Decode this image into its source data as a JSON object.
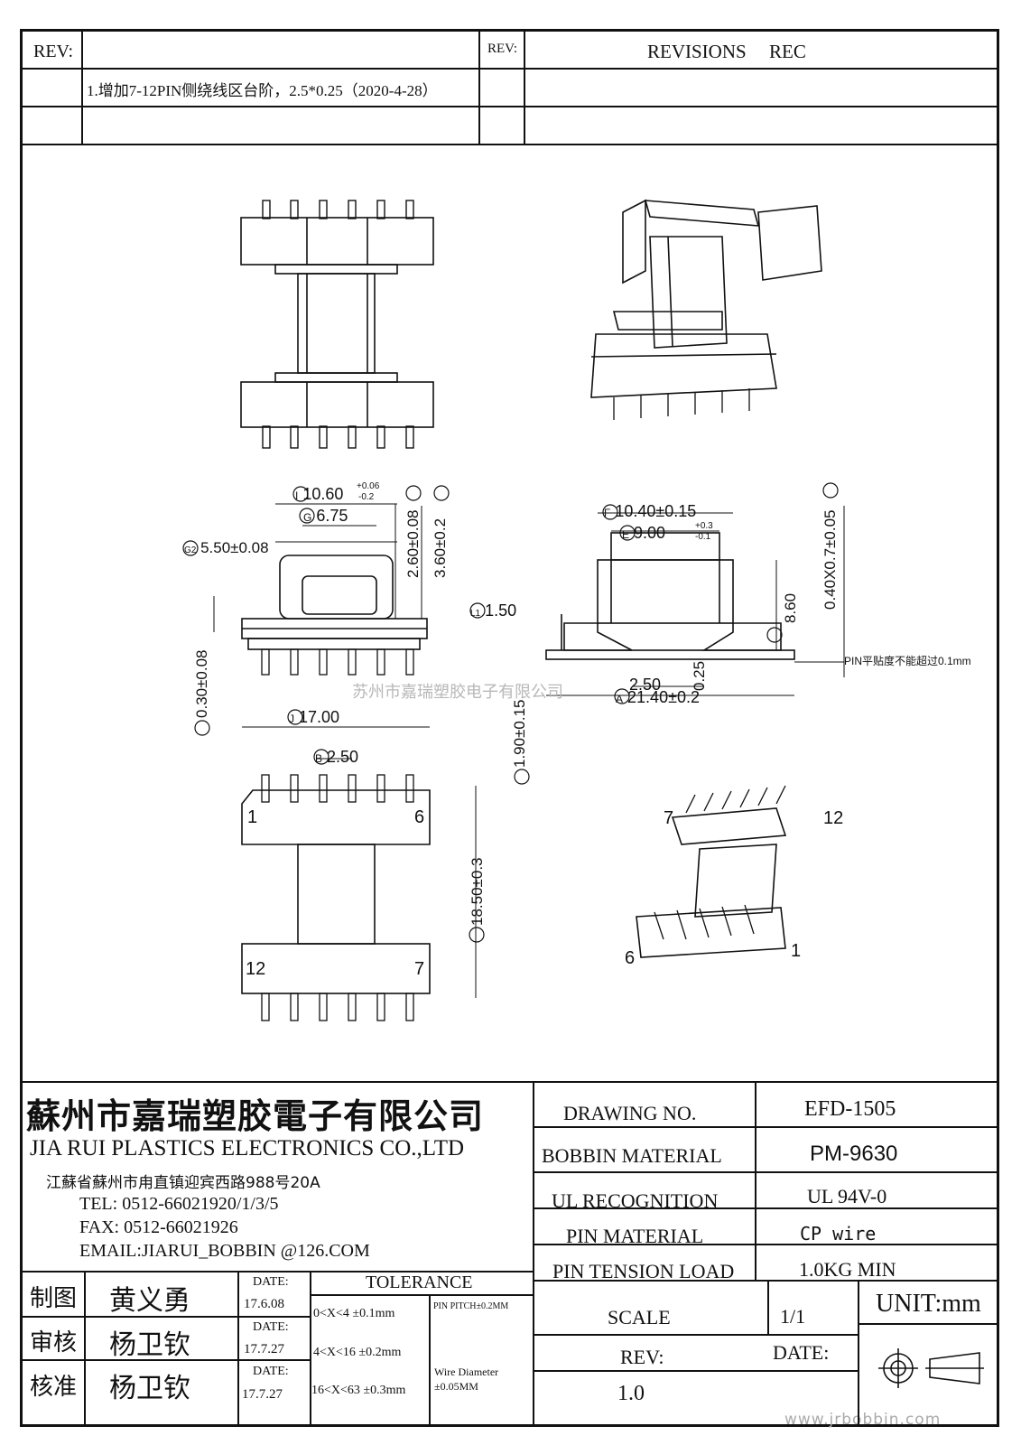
{
  "revision": {
    "rev_label": "REV:",
    "rev_label2": "REV:",
    "revisions_label": "REVISIONS",
    "rec_label": "REC",
    "entry": "1.增加7-12PIN侧绕线区台阶，2.5*0.25（2020-4-28）"
  },
  "watermark": {
    "company": "苏州市嘉瑞塑胶电子有限公司",
    "url": "www.jrbobbin.com"
  },
  "dimensions": {
    "I": "10.60",
    "I_tol_plus": "+0.06",
    "I_tol_minus": "-0.2",
    "G": "6.75",
    "G2": "5.50±0.08",
    "H2": "2.60±0.08",
    "H1": "3.60±0.2",
    "M": "0.30±0.08",
    "F": "10.40±0.15",
    "E": "9.00",
    "E_tol_plus": "+0.3",
    "E_tol_minus": "-0.1",
    "C": "0.40X0.7±0.05",
    "L1": "1.50",
    "D": "8.60",
    "step_w": "2.50",
    "step_h": "0.25",
    "A": "21.40±0.2",
    "L2": "1.90±0.15",
    "J": "17.00",
    "B": "2.50",
    "K": "18.50±0.3",
    "pin_note": "PIN平贴度不能超过0.1mm"
  },
  "pins": {
    "top_left": "1",
    "top_right": "6",
    "bottom_left": "12",
    "bottom_right": "7",
    "iso_7": "7",
    "iso_12": "12",
    "iso_6": "6",
    "iso_1": "1"
  },
  "company": {
    "name_cn": "蘇州市嘉瑞塑胶電子有限公司",
    "name_en": "JIA RUI PLASTICS ELECTRONICS CO.,LTD",
    "address": "江蘇省蘇州市甪直镇迎宾西路988号20A",
    "tel": "TEL: 0512-66021920/1/3/5",
    "fax": "FAX: 0512-66021926",
    "email": "EMAIL:JIARUI_BOBBIN @126.COM"
  },
  "specs": {
    "drawing_no_label": "DRAWING  NO.",
    "drawing_no": "EFD-1505",
    "bobbin_material_label": "BOBBIN  MATERIAL",
    "bobbin_material": "PM-9630",
    "ul_label": "UL RECOGNITION",
    "ul": "UL 94V-0",
    "pin_material_label": "PIN MATERIAL",
    "pin_material": "CP wire",
    "pin_tension_label": "PIN TENSION LOAD",
    "pin_tension": "1.0KG MIN",
    "scale_label": "SCALE",
    "scale": "1/1",
    "unit": "UNIT:mm",
    "rev_label": "REV:",
    "rev": "1.0",
    "date_label": "DATE:"
  },
  "approvals": {
    "rows": [
      {
        "role": "制图",
        "name": "黄义勇",
        "date_label": "DATE:",
        "date": "17.6.08"
      },
      {
        "role": "审核",
        "name": "杨卫钦",
        "date_label": "DATE:",
        "date": "17.7.27"
      },
      {
        "role": "核准",
        "name": "杨卫钦",
        "date_label": "DATE:",
        "date": "17.7.27"
      }
    ]
  },
  "tolerance": {
    "title": "TOLERANCE",
    "rows": [
      "0<X<4  ±0.1mm",
      "4<X<16 ±0.2mm",
      "16<X<63 ±0.3mm"
    ],
    "pin_pitch": "PIN PITCH±0.2MM",
    "wire_diameter_1": "Wire Diameter",
    "wire_diameter_2": "±0.05MM"
  }
}
